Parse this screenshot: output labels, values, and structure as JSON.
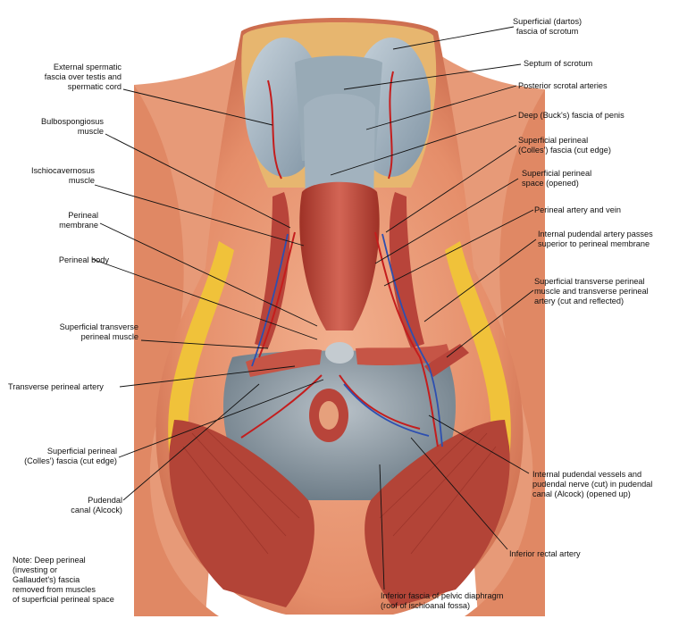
{
  "labels": {
    "superficial_dartos": "Superficial (dartos)\nfascia of scrotum",
    "septum_scrotum": "Septum of scrotum",
    "posterior_scrotal_arteries": "Posterior scrotal arteries",
    "deep_bucks_fascia": "Deep (Buck's) fascia of penis",
    "superficial_perineal_colles_top": "Superficial perineal\n(Colles') fascia (cut edge)",
    "superficial_perineal_space": "Superficial perineal\nspace (opened)",
    "perineal_artery_vein": "Perineal artery and vein",
    "internal_pudendal_passes": "Internal pudendal artery passes\nsuperior to perineal membrane",
    "superficial_transverse_right": "Superficial transverse perineal\nmuscle and transverse perineal\nartery (cut and reflected)",
    "internal_pudendal_vessels": "Internal pudendal vessels and\npudendal nerve (cut) in pudendal\ncanal (Alcock) (opened up)",
    "inferior_rectal_artery": "Inferior rectal artery",
    "inferior_fascia_pelvic": "Inferior fascia of pelvic diaphragm\n(roof of ischioanal fossa)",
    "external_spermatic": "External spermatic\nfascia over testis and\nspermatic cord",
    "bulbospongiosus": "Bulbospongiosus\nmuscle",
    "ischiocavernosus": "Ischiocavernosus\nmuscle",
    "perineal_membrane": "Perineal\nmembrane",
    "perineal_body": "Perineal body",
    "superficial_transverse_left": "Superficial transverse\nperineal muscle",
    "transverse_perineal_artery": "Transverse perineal artery",
    "superficial_perineal_colles_bottom": "Superficial perineal\n(Colles') fascia (cut edge)",
    "pudendal_canal": "Pudendal\ncanal (Alcock)",
    "note": "Note: Deep perineal\n(investing or\nGallaudet's) fascia\nremoved from muscles\nof superficial perineal space"
  },
  "colors": {
    "skin": "#e8946f",
    "skin_dark": "#c86a4e",
    "fat": "#f0c23a",
    "muscle": "#b8443a",
    "muscle_light": "#d46a5c",
    "fascia": "#a9b8c2",
    "artery": "#c41d1d",
    "vein": "#2d4fb0"
  }
}
